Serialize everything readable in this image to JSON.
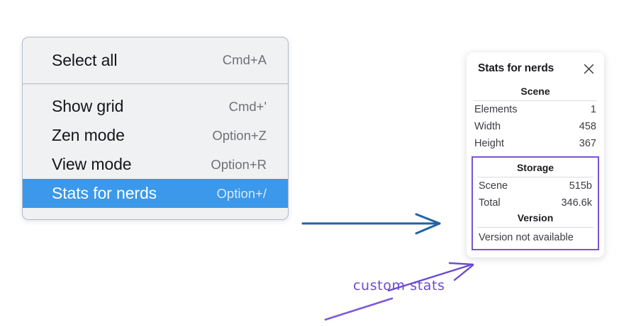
{
  "context_menu": {
    "groups": [
      {
        "items": [
          {
            "label": "Select all",
            "shortcut": "Cmd+A",
            "selected": false
          }
        ]
      },
      {
        "items": [
          {
            "label": "Show grid",
            "shortcut": "Cmd+'",
            "selected": false
          },
          {
            "label": "Zen mode",
            "shortcut": "Option+Z",
            "selected": false
          },
          {
            "label": "View mode",
            "shortcut": "Option+R",
            "selected": false
          },
          {
            "label": "Stats for nerds",
            "shortcut": "Option+/",
            "selected": true
          }
        ]
      }
    ],
    "highlight_color": "#3b98ea",
    "background_color": "#f0f1f3"
  },
  "stats_panel": {
    "title": "Stats for nerds",
    "close_icon": "close-icon",
    "sections": [
      {
        "heading": "Scene",
        "rows": [
          {
            "key": "Elements",
            "value": "1"
          },
          {
            "key": "Width",
            "value": "458"
          },
          {
            "key": "Height",
            "value": "367"
          }
        ]
      },
      {
        "heading": "Storage",
        "rows": [
          {
            "key": "Scene",
            "value": "515b"
          },
          {
            "key": "Total",
            "value": "346.6k"
          }
        ]
      },
      {
        "heading": "Version",
        "text": "Version not available"
      }
    ],
    "custom_region_border_color": "#7c52d8"
  },
  "annotations": {
    "note_text": "custom stats",
    "note_color": "#6b4bd0",
    "flow_arrow_color": "#1f63a5",
    "pointer_arrow_color": "#6b4bd0"
  }
}
